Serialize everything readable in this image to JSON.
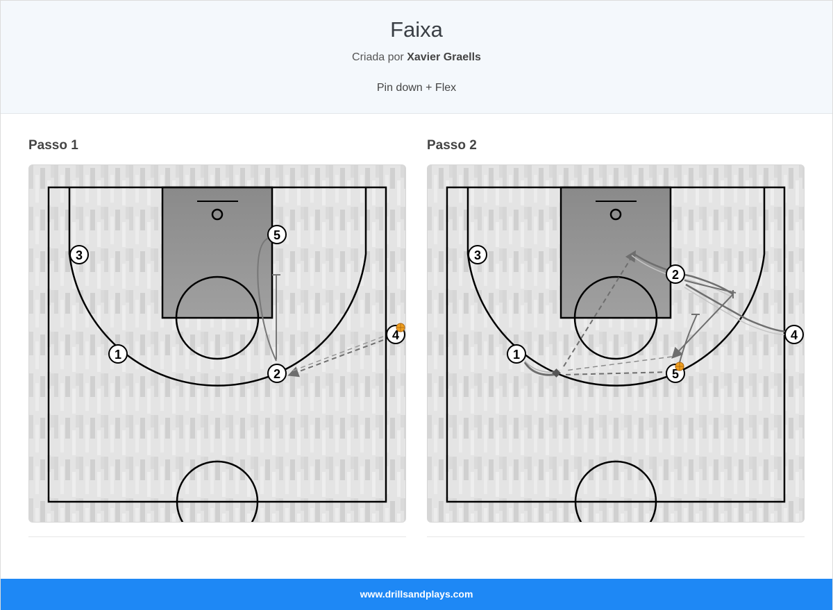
{
  "header": {
    "title": "Faixa",
    "byline_prefix": "Criada por",
    "author": "Xavier Graells",
    "description": "Pin down + Flex"
  },
  "steps": [
    {
      "label": "Passo 1",
      "players": [
        {
          "number": "1"
        },
        {
          "number": "2"
        },
        {
          "number": "3"
        },
        {
          "number": "4"
        },
        {
          "number": "5"
        }
      ],
      "ball_holder": "4",
      "actions": [
        {
          "type": "screen",
          "from": "5",
          "description": "pin down toward 2"
        },
        {
          "type": "pass",
          "from": "4",
          "to": "2"
        }
      ]
    },
    {
      "label": "Passo 2",
      "players": [
        {
          "number": "1"
        },
        {
          "number": "2"
        },
        {
          "number": "3"
        },
        {
          "number": "4"
        },
        {
          "number": "5"
        }
      ],
      "ball_holder": "5",
      "actions": [
        {
          "type": "pass",
          "from": "5",
          "to": "1"
        },
        {
          "type": "dribble",
          "player": "1"
        },
        {
          "type": "pass",
          "from": "1",
          "to": "2"
        },
        {
          "type": "screen",
          "from": "5",
          "description": "flex screen"
        },
        {
          "type": "cut",
          "player": "2"
        },
        {
          "type": "cut",
          "player": "4"
        }
      ]
    }
  ],
  "colors": {
    "header_bg": "#f4f8fc",
    "footer_bg": "#1e88f5",
    "paint": "#8c8c8c",
    "court_line": "#000000",
    "action_line": "#6e6e6e",
    "ball": "#f0a020"
  },
  "footer": {
    "site": "www.drillsandplays.com"
  }
}
